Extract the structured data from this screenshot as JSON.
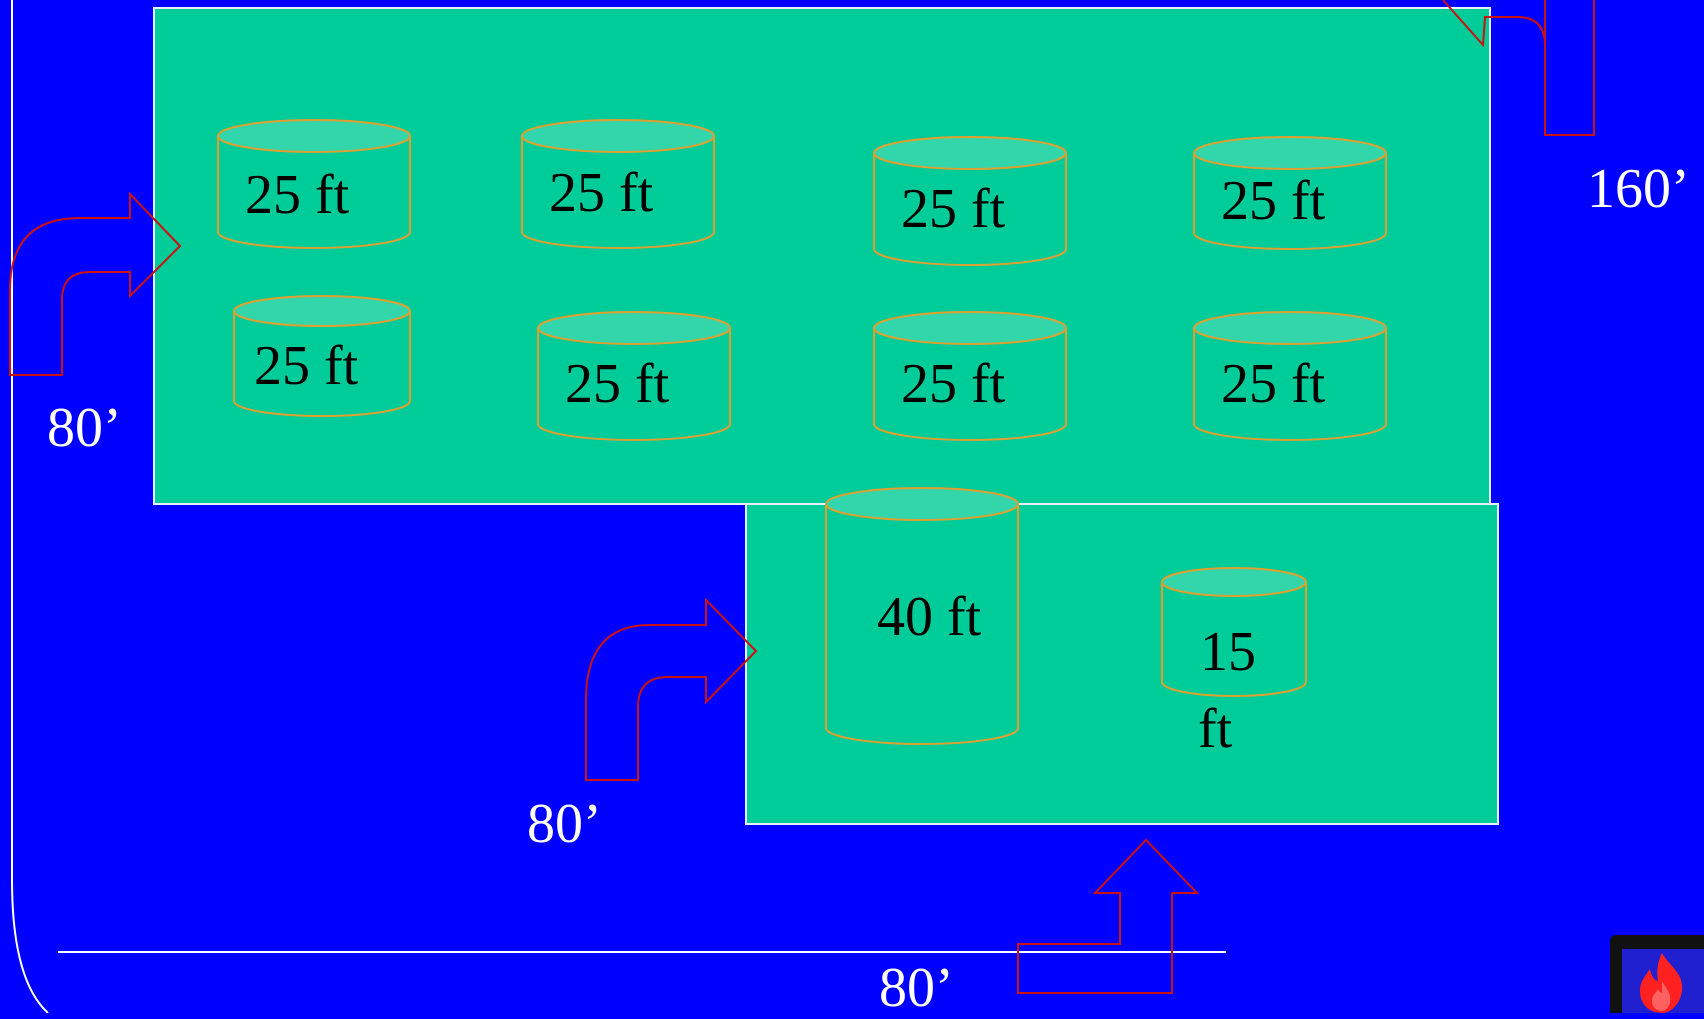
{
  "colors": {
    "background": "#0000ff",
    "dike_fill": "#00cc99",
    "tank_fill": "#00cc99",
    "tank_top": "#33d6aa",
    "tank_outline": "#e0a030",
    "arrow_outline": "#cc1111",
    "text_dark": "#000000",
    "text_light": "#ffffff"
  },
  "upper_dike": {
    "tanks": [
      {
        "label": "25 ft"
      },
      {
        "label": "25 ft"
      },
      {
        "label": "25 ft"
      },
      {
        "label": "25 ft"
      },
      {
        "label": "25 ft"
      },
      {
        "label": "25 ft"
      },
      {
        "label": "25 ft"
      },
      {
        "label": "25 ft"
      }
    ]
  },
  "lower_dike": {
    "tanks": [
      {
        "label": "40 ft"
      },
      {
        "label_line1": "15",
        "label_line2": "ft"
      }
    ]
  },
  "distances": {
    "left": "80’",
    "top_right": "160’",
    "middle": "80’",
    "bottom": "80’"
  },
  "logo": {
    "icon": "flame-icon"
  }
}
